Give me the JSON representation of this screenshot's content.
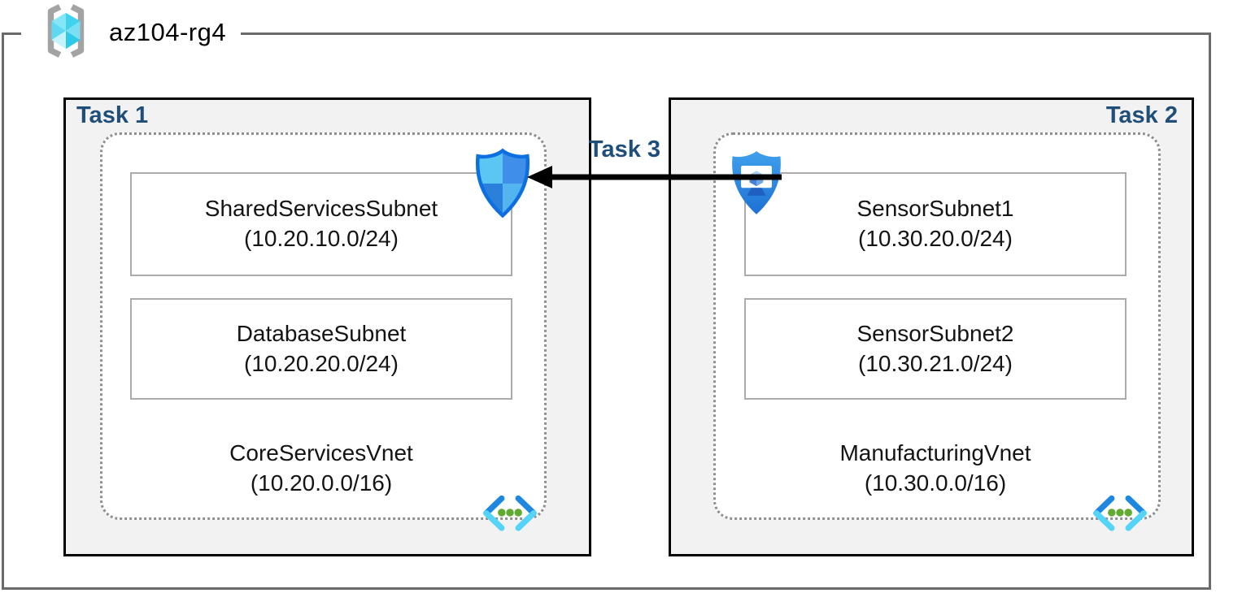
{
  "resource_group": {
    "name": "az104-rg4",
    "icon": "resource-group-icon"
  },
  "tasks": {
    "task1_label": "Task 1",
    "task2_label": "Task 2",
    "task3_label": "Task 3"
  },
  "vnets": [
    {
      "name": "CoreServicesVnet",
      "cidr": "(10.20.0.0/16)",
      "task": "Task 1",
      "subnets": [
        {
          "name": "SharedServicesSubnet",
          "cidr": "(10.20.10.0/24)"
        },
        {
          "name": "DatabaseSubnet",
          "cidr": "(10.20.20.0/24)"
        }
      ]
    },
    {
      "name": "ManufacturingVnet",
      "cidr": "(10.30.0.0/16)",
      "task": "Task 2",
      "subnets": [
        {
          "name": "SensorSubnet1",
          "cidr": "(10.30.20.0/24)"
        },
        {
          "name": "SensorSubnet2",
          "cidr": "(10.30.21.0/24)"
        }
      ]
    }
  ],
  "connection": {
    "label": "Task 3",
    "direction": "right-to-left",
    "from_icon": "bastion-shield-icon",
    "to_icon": "defender-shield-icon"
  },
  "icons": {
    "defender_shield": "network-security-shield",
    "bastion_shield": "shield-with-monitor",
    "vnet": "virtual-network-chevrons"
  },
  "colors": {
    "task_label": "#1f4e79",
    "task_box_fill": "#f2f2f2",
    "task_box_border": "#000000",
    "rg_border": "#6a6a6a",
    "vnet_dotted_border": "#8f8f8f",
    "subnet_border": "#ababab",
    "arrow": "#000000",
    "shield_outline": "#0e6fe0",
    "shield_quadrant_tl": "#5bc6f2",
    "shield_quadrant_tr": "#3f8fe8",
    "shield_quadrant_bl": "#2b80dc",
    "shield_quadrant_br": "#54b4f0",
    "bastion_fill": "#2b87e2",
    "vnet_chevron_dark": "#1e88e0",
    "vnet_chevron_light": "#54d4f8",
    "vnet_dots_green": "#62ab32",
    "rg_cube_cyan": "#41d3ee"
  }
}
